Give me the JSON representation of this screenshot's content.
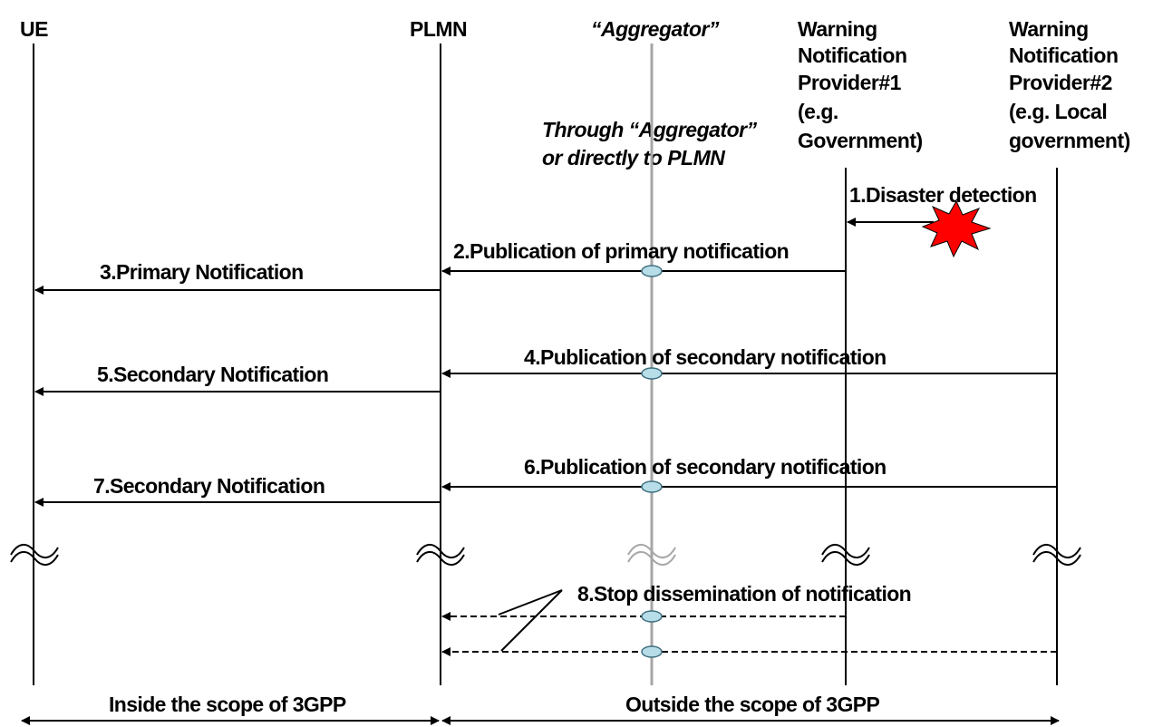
{
  "participants": {
    "ue": "UE",
    "plmn": "PLMN",
    "aggregator": "“Aggregator”",
    "provider1": [
      "Warning",
      "Notification",
      "Provider#1",
      "(e.g.",
      "Government)"
    ],
    "provider2": [
      "Warning",
      "Notification",
      "Provider#2",
      "(e.g. Local",
      "government)"
    ]
  },
  "aggregator_note": [
    "Through “Aggregator”",
    "or directly to PLMN"
  ],
  "messages": {
    "m1": "1.Disaster detection",
    "m2": "2.Publication of primary notification",
    "m3": "3.Primary Notification",
    "m4": "4.Publication of secondary notification",
    "m5": "5.Secondary Notification",
    "m6": "6.Publication of secondary notification",
    "m7": "7.Secondary Notification",
    "m8": "8.Stop dissemination of notification"
  },
  "scope": {
    "inside": "Inside the scope of 3GPP",
    "outside": "Outside the scope of 3GPP"
  },
  "colors": {
    "lifeline": "#000000",
    "aggregator_line": "#a6a6a6",
    "aggregator_marker": "#b7dde8",
    "disaster": "#ff0000"
  }
}
